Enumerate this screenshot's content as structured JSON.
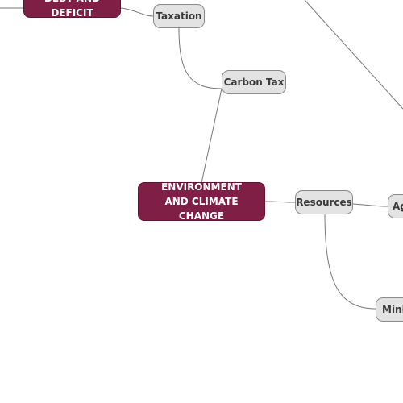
{
  "nodes": {
    "debt_and_deficit": "DEBT AND DEFICIT",
    "taxation": "Taxation",
    "carbon_tax": "Carbon Tax",
    "environment": "ENVIRONMENT AND CLIMATE CHANGE",
    "resources": "Resources",
    "agriculture_partial": "Ag",
    "mining_partial": "Minir"
  },
  "colors": {
    "main_fill": "#7f1f46",
    "topic_fill": "#e3e3e3",
    "topic_border": "#8a8a8a",
    "connector": "#777777"
  }
}
